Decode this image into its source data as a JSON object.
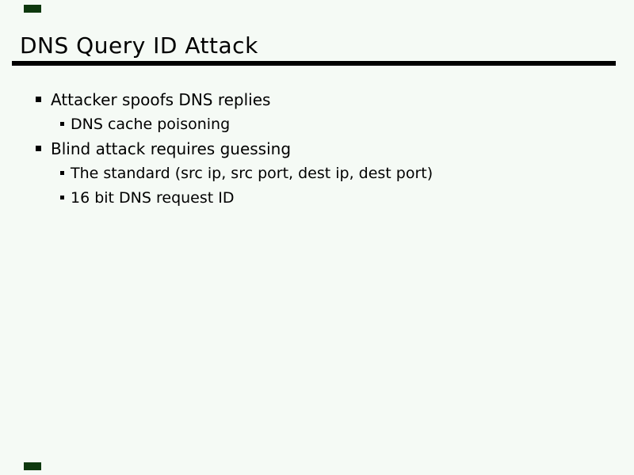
{
  "slide": {
    "title": "DNS Query ID Attack",
    "colors": {
      "background": "#f5faf5",
      "text": "#000000",
      "rule": "#000000",
      "corner_tab": "#0e380e"
    },
    "bullets": [
      {
        "level": 1,
        "text": "Attacker spoofs DNS replies"
      },
      {
        "level": 2,
        "text": "DNS cache poisoning"
      },
      {
        "level": 1,
        "text": "Blind attack requires guessing"
      },
      {
        "level": 2,
        "text": "The standard (src ip, src port, dest ip, dest port)"
      },
      {
        "level": 2,
        "text": "16 bit DNS request ID"
      }
    ]
  }
}
